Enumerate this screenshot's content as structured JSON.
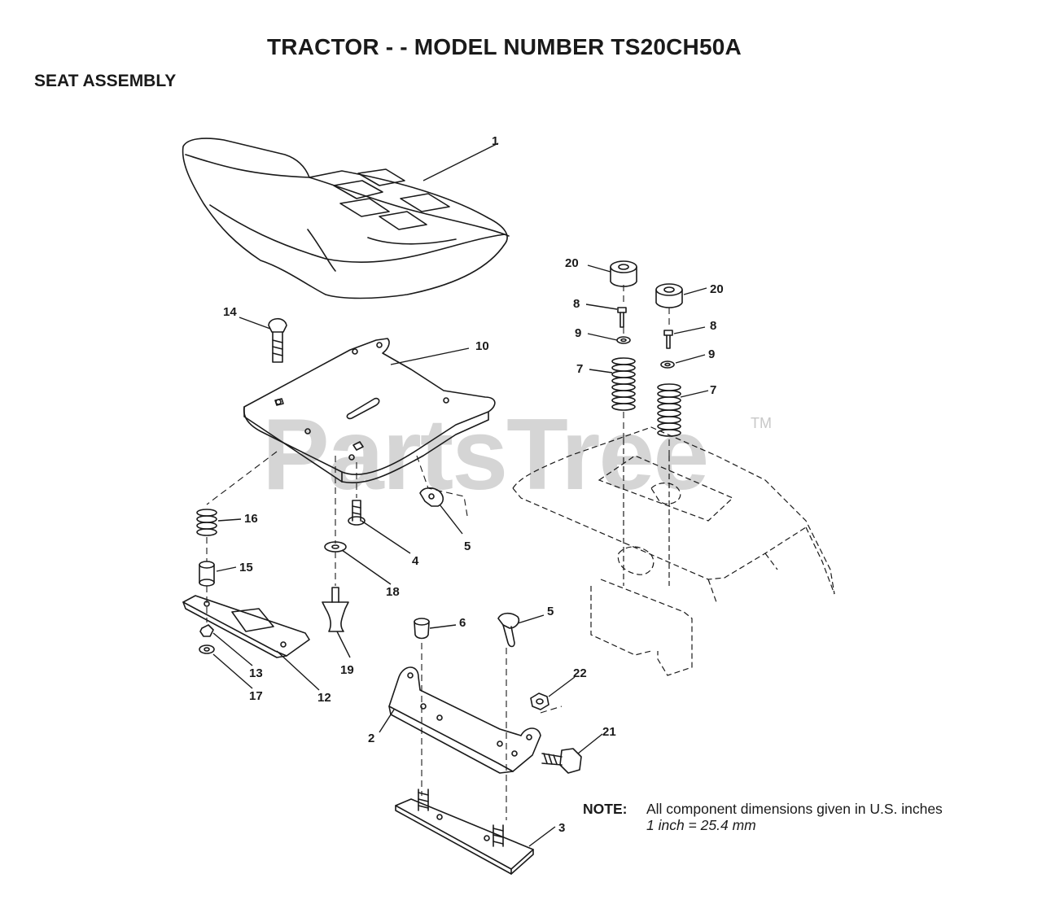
{
  "header": {
    "title": "TRACTOR - - MODEL NUMBER TS20CH50A",
    "subtitle": "SEAT ASSEMBLY"
  },
  "watermark": {
    "text": "PartsTree",
    "trademark": "TM"
  },
  "note": {
    "label": "NOTE:",
    "line1": "All component dimensions given in U.S. inches",
    "line2": "1 inch = 25.4 mm"
  },
  "callouts": [
    {
      "id": "c1",
      "label": "1"
    },
    {
      "id": "c2",
      "label": "2"
    },
    {
      "id": "c3",
      "label": "3"
    },
    {
      "id": "c4",
      "label": "4"
    },
    {
      "id": "c5a",
      "label": "5"
    },
    {
      "id": "c5b",
      "label": "5"
    },
    {
      "id": "c6",
      "label": "6"
    },
    {
      "id": "c7a",
      "label": "7"
    },
    {
      "id": "c7b",
      "label": "7"
    },
    {
      "id": "c8a",
      "label": "8"
    },
    {
      "id": "c8b",
      "label": "8"
    },
    {
      "id": "c9a",
      "label": "9"
    },
    {
      "id": "c9b",
      "label": "9"
    },
    {
      "id": "c10",
      "label": "10"
    },
    {
      "id": "c12",
      "label": "12"
    },
    {
      "id": "c13",
      "label": "13"
    },
    {
      "id": "c14",
      "label": "14"
    },
    {
      "id": "c15",
      "label": "15"
    },
    {
      "id": "c16",
      "label": "16"
    },
    {
      "id": "c17",
      "label": "17"
    },
    {
      "id": "c18",
      "label": "18"
    },
    {
      "id": "c19",
      "label": "19"
    },
    {
      "id": "c20a",
      "label": "20"
    },
    {
      "id": "c20b",
      "label": "20"
    },
    {
      "id": "c21",
      "label": "21"
    },
    {
      "id": "c22",
      "label": "22"
    }
  ]
}
